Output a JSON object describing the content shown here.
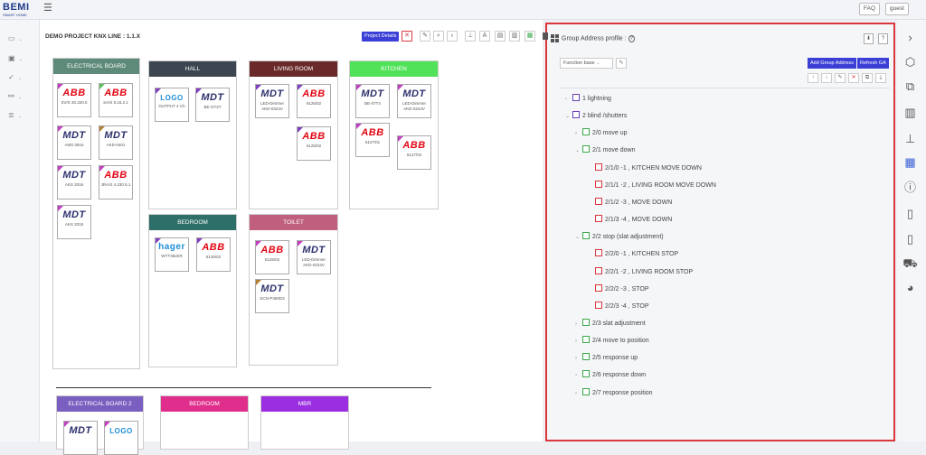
{
  "app": {
    "logo": "BEMI",
    "logo_sub": "SMART HOME"
  },
  "topbar": {
    "faq": "FAQ",
    "guest": "guest"
  },
  "leftnav": [
    {
      "icon": "monitor-icon",
      "glyph": "▭"
    },
    {
      "icon": "contact-card-icon",
      "glyph": "▣"
    },
    {
      "icon": "check-circle-icon",
      "glyph": "✓"
    },
    {
      "icon": "connections-icon",
      "glyph": "⚯"
    },
    {
      "icon": "list-icon",
      "glyph": "≣"
    }
  ],
  "project": {
    "title": "DEMO PROJECT KNX LINE : 1.1.X",
    "details_label": "Project Details",
    "toolbar": [
      {
        "icon": "close-icon",
        "glyph": "✕"
      },
      {
        "icon": "pencil-icon",
        "glyph": "✎"
      },
      {
        "icon": "search-icon",
        "glyph": "⌕"
      },
      {
        "icon": "tag-icon",
        "glyph": "♁"
      },
      {
        "icon": "hierarchy-icon",
        "glyph": "⊥"
      },
      {
        "icon": "font-icon",
        "glyph": "A"
      },
      {
        "icon": "document-icon",
        "glyph": "▤"
      },
      {
        "icon": "copy-icon",
        "glyph": "▥"
      },
      {
        "icon": "save-icon",
        "glyph": "▦"
      }
    ]
  },
  "rooms": [
    {
      "name": "ELECTRICAL BOARD",
      "color": "#5e8a7a",
      "devices": [
        {
          "brand": "ABB",
          "model": "SV/S 30.320.5",
          "corner": "#c040c0"
        },
        {
          "brand": "ABB",
          "model": "SA/S 8.16.2.1",
          "corner": "#60c060"
        },
        {
          "brand": "MDT",
          "model": "AMS 0816",
          "corner": "#c040c0"
        },
        {
          "brand": "MDT",
          "model": "AKD-0401",
          "corner": "#b08030"
        },
        {
          "brand": "MDT",
          "model": "AKS 2016",
          "corner": "#c040c0"
        },
        {
          "brand": "ABB",
          "model": "JRA/S 4.230.5.1",
          "corner": "#c040c0"
        },
        {
          "brand": "MDT",
          "model": "AKS 2016",
          "corner": "#c040c0"
        }
      ]
    },
    {
      "name": "HALL",
      "color": "#3d4650",
      "devices": [
        {
          "brand": "LOGO",
          "model": "OUTPUT 4 Ch",
          "corner": "#8040c0"
        },
        {
          "brand": "MDT",
          "model": "BE-GT2T",
          "corner": "#8040c0"
        }
      ]
    },
    {
      "name": "LIVING ROOM",
      "color": "#6b2a2a",
      "devices": [
        {
          "brand": "MDT",
          "model": "LED-Dimmer AKD-0324V",
          "corner": "#8040c0"
        },
        {
          "brand": "ABB",
          "model": "6126/02",
          "corner": "#8040c0"
        },
        {
          "brand": "ABB",
          "model": "6125/02",
          "corner": "#8040c0"
        }
      ]
    },
    {
      "name": "KITCHEN",
      "color": "#52e25a",
      "devices": [
        {
          "brand": "MDT",
          "model": "BE-07T4",
          "corner": "#c040c0"
        },
        {
          "brand": "MDT",
          "model": "LED-Dimmer AKD-0224V",
          "corner": "#c040c0"
        },
        {
          "brand": "ABB",
          "model": "6127/01",
          "corner": "#c040c0"
        },
        {
          "brand": "ABB",
          "model": "6127/02",
          "corner": "#c040c0"
        }
      ]
    },
    {
      "name": "BEDROOM",
      "color": "#2f6f6a",
      "devices": [
        {
          "brand": "hager",
          "model": "WYT36xER",
          "corner": "#8040c0"
        },
        {
          "brand": "ABB",
          "model": "6126/02",
          "corner": "#8040c0"
        }
      ]
    },
    {
      "name": "TOILET",
      "color": "#c0607e",
      "devices": [
        {
          "brand": "ABB",
          "model": "6125/02",
          "corner": "#c040c0"
        },
        {
          "brand": "MDT",
          "model": "LED-Dimmer AKD-0224V",
          "corner": "#c040c0"
        },
        {
          "brand": "MDT",
          "model": "SCN-P360D3",
          "corner": "#b08030"
        }
      ]
    },
    {
      "name": "ELECTRICAL BOARD 2",
      "color": "#7a5ec0",
      "devices": [
        {
          "brand": "MDT",
          "model": "",
          "corner": "#c040c0"
        },
        {
          "brand": "LOGO",
          "model": "",
          "corner": "#c040c0"
        }
      ]
    },
    {
      "name": "BEDROOM",
      "color": "#e02e8c",
      "devices": []
    },
    {
      "name": "MBR",
      "color": "#9a2ee0",
      "devices": []
    }
  ],
  "panel": {
    "title": "Group Address profile :",
    "help": "?",
    "function_select": "Function base",
    "add_ga": "Add Group Address",
    "refresh_ga": "Refresh GA",
    "tree": [
      {
        "level": 0,
        "label": "1 lightning",
        "chev": "›",
        "color": "#6a3fc0"
      },
      {
        "level": 0,
        "label": "2 blind /shutters",
        "chev": "⌄",
        "color": "#6a3fc0"
      },
      {
        "level": 1,
        "label": "2/0 move up",
        "chev": "›",
        "color": "#3aa84a"
      },
      {
        "level": 1,
        "label": "2/1 move down",
        "chev": "⌄",
        "color": "#3aa84a"
      },
      {
        "level": 2,
        "label": "2/1/0 -1 , KITCHEN MOVE DOWN",
        "chev": "",
        "color": "#d9363e"
      },
      {
        "level": 2,
        "label": "2/1/1 -2 , LIVING ROOM MOVE DOWN",
        "chev": "",
        "color": "#d9363e"
      },
      {
        "level": 2,
        "label": "2/1/2 -3 , MOVE DOWN",
        "chev": "",
        "color": "#d9363e"
      },
      {
        "level": 2,
        "label": "2/1/3 -4 , MOVE DOWN",
        "chev": "",
        "color": "#d9363e"
      },
      {
        "level": 1,
        "label": "2/2 stop (slat adjustment)",
        "chev": "⌄",
        "color": "#3aa84a"
      },
      {
        "level": 2,
        "label": "2/2/0 -1 , KITCHEN STOP",
        "chev": "",
        "color": "#d9363e"
      },
      {
        "level": 2,
        "label": "2/2/1 -2 , LIVING ROOM STOP",
        "chev": "",
        "color": "#d9363e"
      },
      {
        "level": 2,
        "label": "2/2/2 -3 , STOP",
        "chev": "",
        "color": "#d9363e"
      },
      {
        "level": 2,
        "label": "2/2/3 -4 , STOP",
        "chev": "",
        "color": "#d9363e"
      },
      {
        "level": 1,
        "label": "2/3 slat adjustment",
        "chev": "›",
        "color": "#3aa84a"
      },
      {
        "level": 1,
        "label": "2/4 move to position",
        "chev": "›",
        "color": "#3aa84a"
      },
      {
        "level": 1,
        "label": "2/5 response up",
        "chev": "›",
        "color": "#3aa84a"
      },
      {
        "level": 1,
        "label": "2/6 response down",
        "chev": "›",
        "color": "#3aa84a"
      },
      {
        "level": 1,
        "label": "2/7 response position",
        "chev": "›",
        "color": "#3aa84a"
      }
    ]
  },
  "rightnav": [
    {
      "icon": "chevron-right-icon",
      "glyph": "›"
    },
    {
      "icon": "cube-icon",
      "glyph": "⬡"
    },
    {
      "icon": "cubes-icon",
      "glyph": "⧉"
    },
    {
      "icon": "building-icon",
      "glyph": "▥"
    },
    {
      "icon": "sitemap-icon",
      "glyph": "⊥"
    },
    {
      "icon": "grid-icon",
      "glyph": "▦"
    },
    {
      "icon": "info-icon",
      "glyph": "ⓘ"
    },
    {
      "icon": "pdf-file-icon",
      "glyph": "▯"
    },
    {
      "icon": "excel-file-icon",
      "glyph": "▯"
    },
    {
      "icon": "cart-icon",
      "glyph": "⛟"
    },
    {
      "icon": "pie-chart-icon",
      "glyph": "◕"
    }
  ]
}
